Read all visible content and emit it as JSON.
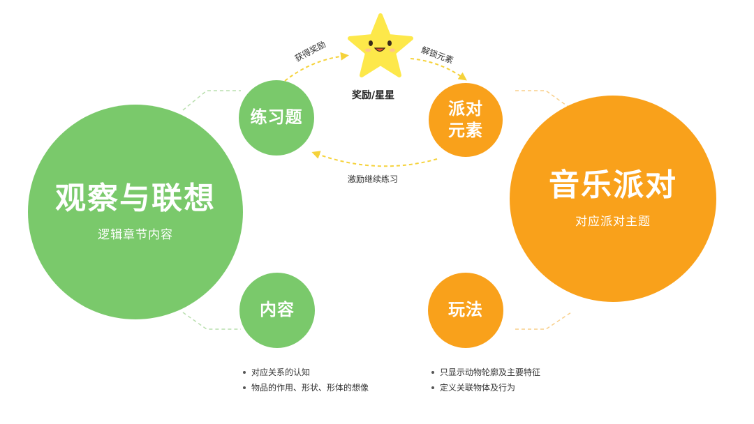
{
  "colors": {
    "green": "#7ac96b",
    "orange": "#f9a11b",
    "dash": "#f5d23a",
    "star": "#fde84a"
  },
  "left_main": {
    "title": "观察与联想",
    "subtitle": "逻辑章节内容"
  },
  "right_main": {
    "title": "音乐派对",
    "subtitle": "对应派对主题"
  },
  "exercise": {
    "label": "练习题"
  },
  "party_elements": {
    "line1": "派对",
    "line2": "元素"
  },
  "content": {
    "label": "内容"
  },
  "gameplay": {
    "label": "玩法"
  },
  "star": {
    "label": "奖励/星星",
    "icon": "smiling-star-mascot-icon"
  },
  "arrows": {
    "get_reward": "获得奖励",
    "unlock": "解锁元素",
    "motivate": "激励继续练习"
  },
  "content_bullets": [
    "对应关系的认知",
    "物品的作用、形状、形体的想像"
  ],
  "gameplay_bullets": [
    "只显示动物轮廓及主要特征",
    "定义关联物体及行为"
  ]
}
